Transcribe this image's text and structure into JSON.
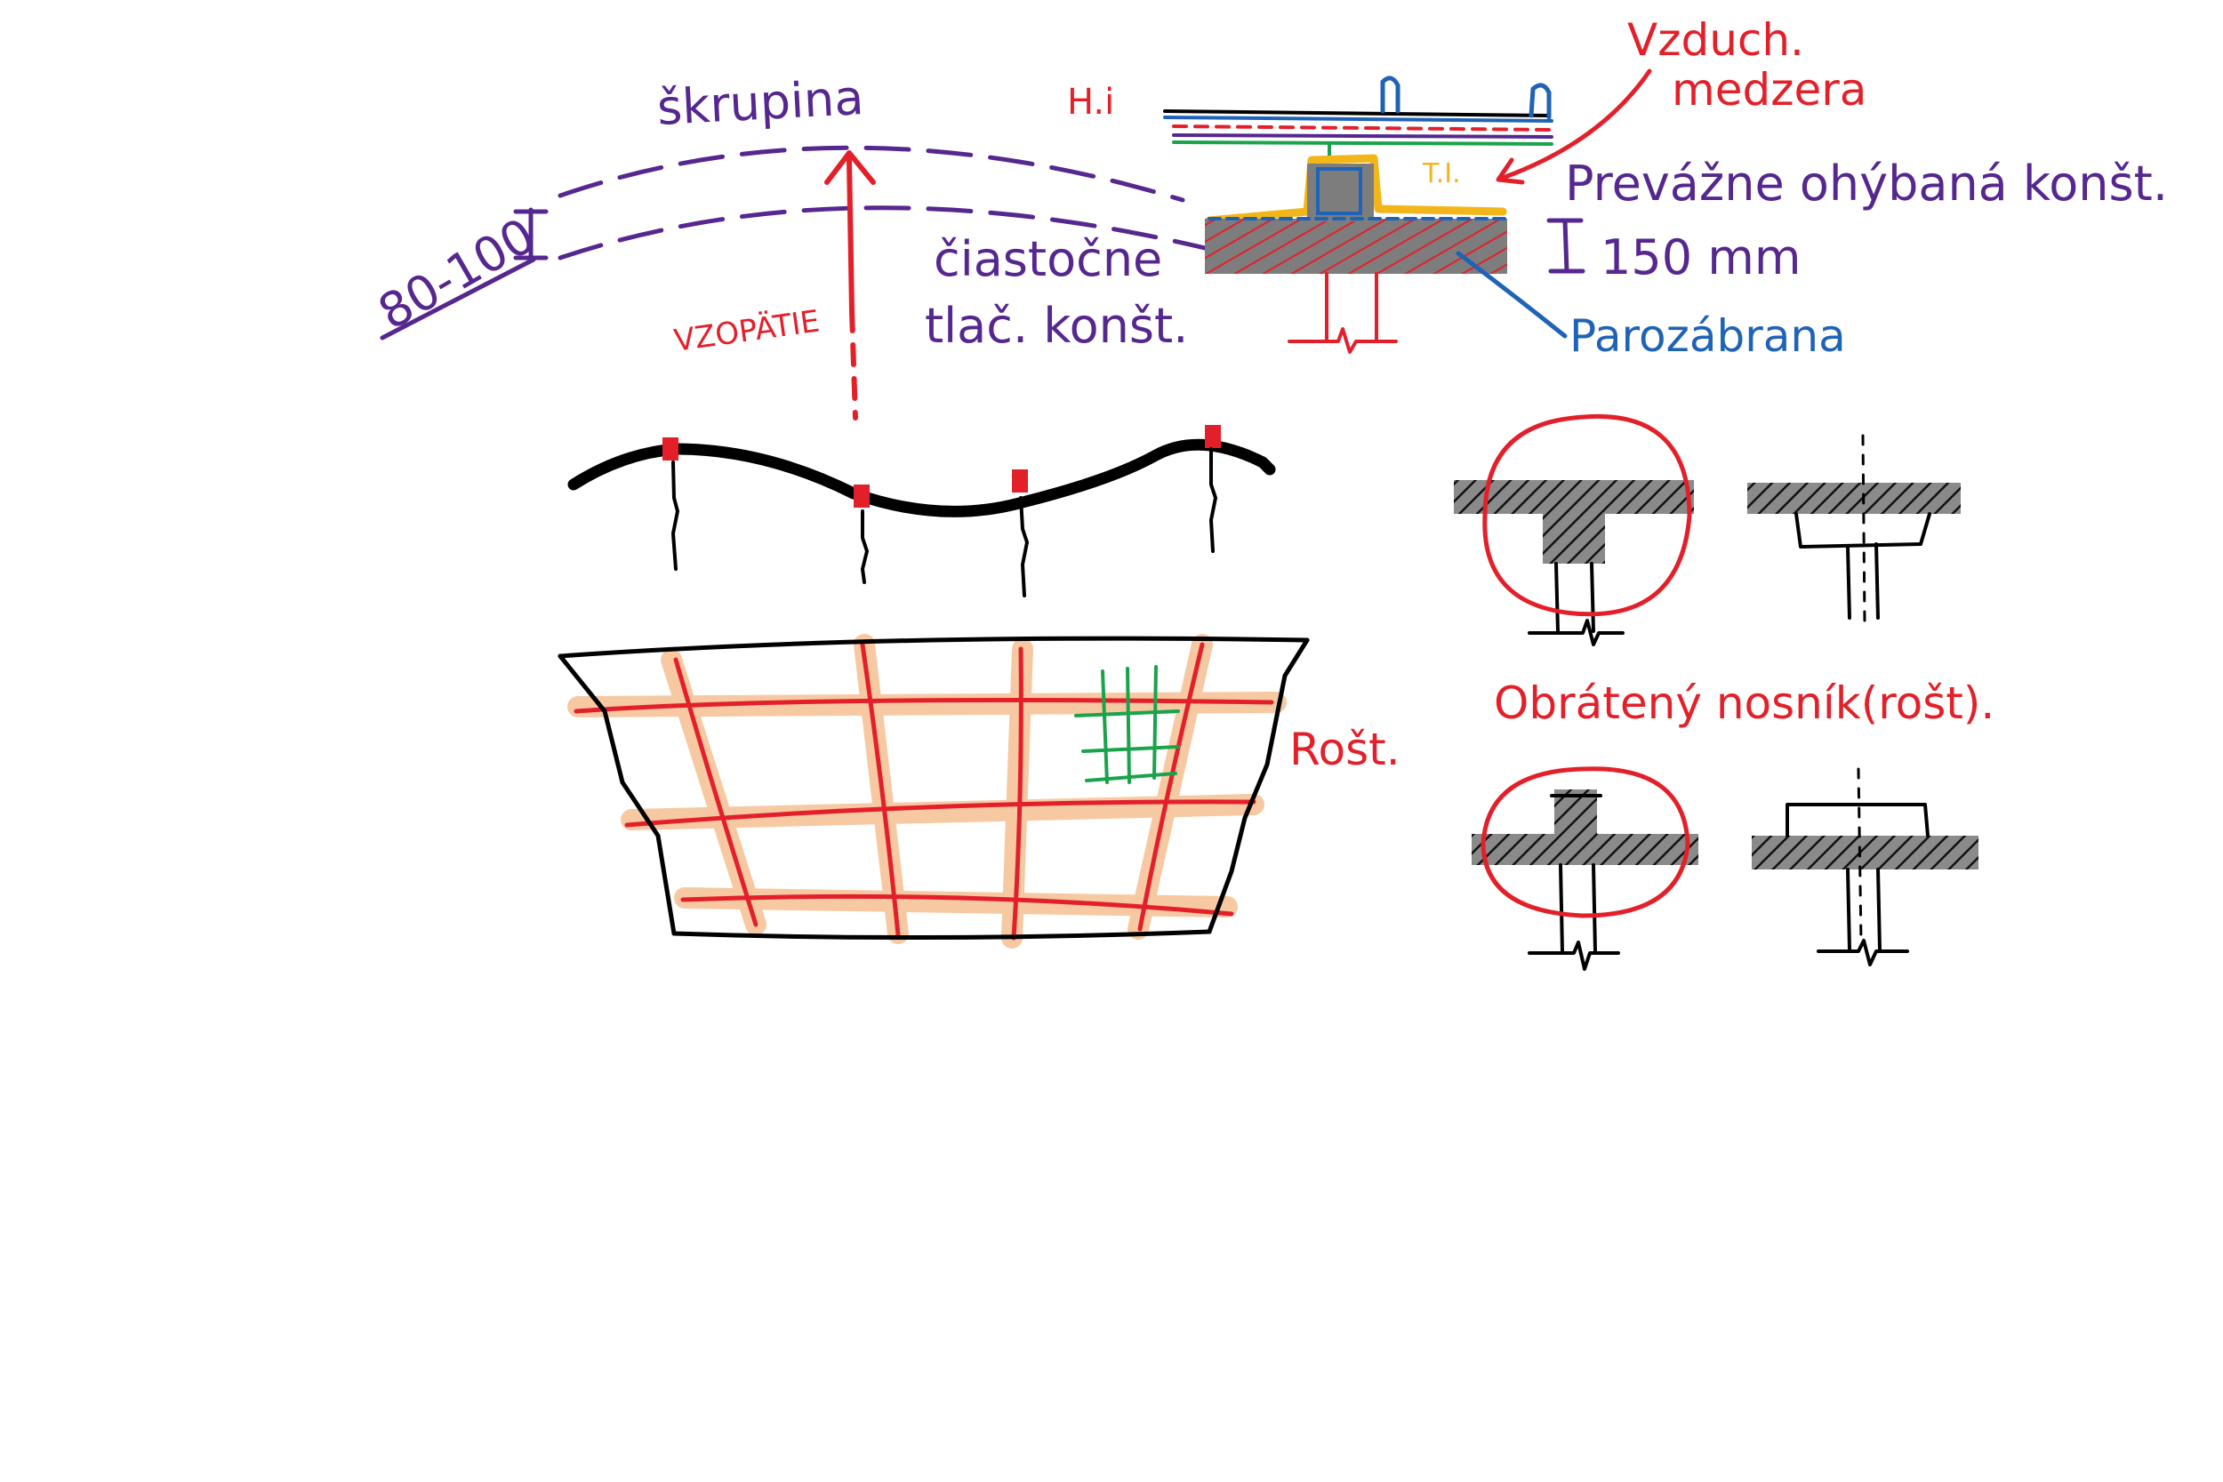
{
  "labels": {
    "skrupina": "škrupina",
    "dimension": "80-100",
    "vzopatie": "VZOPÄTIE",
    "ciastocne_1": "čiastočne",
    "ciastocne_2": "tlač. konšt.",
    "hi": "H.i",
    "vzduch_1": "Vzduch.",
    "vzduch_2": "medzera",
    "ti": "T.I.",
    "prevazne": "Prevážne ohýbaná konšt.",
    "thickness": "150 mm",
    "parozabrana": "Parozábrana",
    "rost": "Rošt.",
    "obrateny": "Obrátený nosník(rošt)."
  },
  "colors": {
    "purple": "#55278f",
    "red": "#e3202a",
    "blue": "#1f63b6",
    "green": "#1aa34a",
    "yellow": "#f3b61a",
    "gray": "#8a8a8a",
    "orange_band": "#f7c9a3",
    "black": "#000000"
  }
}
